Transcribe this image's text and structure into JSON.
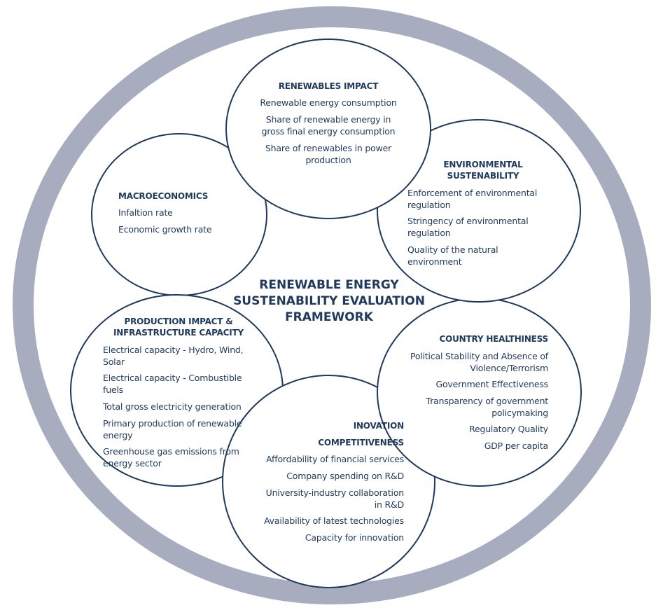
{
  "center_title": {
    "line1": "RENEWABLE ENERGY",
    "line2": "SUSTENABILITY EVALUATION",
    "line3": "FRAMEWORK"
  },
  "renewables": {
    "title": "RENEWABLES IMPACT",
    "i1": "Renewable energy consumption",
    "i2a": "Share of renewable energy in",
    "i2b": "gross final energy consumption",
    "i3a": "Share of renewables in power",
    "i3b": "production"
  },
  "environmental": {
    "title1": "ENVIRONMENTAL",
    "title2": "SUSTENABILITY",
    "i1a": "Enforcement of environmental",
    "i1b": "regulation",
    "i2a": "Stringency of environmental",
    "i2b": "regulation",
    "i3a": "Quality of the natural",
    "i3b": "environment"
  },
  "macro": {
    "title": "MACROECONOMICS",
    "i1": "Infaltion rate",
    "i2": "Economic growth rate"
  },
  "production": {
    "title1": "PRODUCTION IMPACT &",
    "title2": "INFRASTRUCTURE CAPACITY",
    "i1a": "Electrical capacity - Hydro, Wind,",
    "i1b": "Solar",
    "i2a": "Electrical capacity - Combustible",
    "i2b": "fuels",
    "i3": "Total gross electricity generation",
    "i4a": "Primary production of renewable",
    "i4b": "energy",
    "i5a": "Greenhouse gas emissions from",
    "i5b": "energy sector"
  },
  "country": {
    "title": "COUNTRY HEALTHINESS",
    "i1a": "Political Stability and Absence of",
    "i1b": "Violence/Terrorism",
    "i2": "Government Effectiveness",
    "i3a": "Transparency of government",
    "i3b": "policymaking",
    "i4": "Regulatory Quality",
    "i5": "GDP per capita"
  },
  "innovation": {
    "title1": "INOVATION",
    "title2": "COMPETITIVENESS",
    "i1": "Affordability of financial services",
    "i2": "Company spending on R&D",
    "i3a": "University-industry collaboration",
    "i3b": "in R&D",
    "i4": "Availability of latest technologies",
    "i5": "Capacity for innovation"
  },
  "colors": {
    "ring": "#a7adbe",
    "text": "#1f3a5c",
    "circle_border": "#1f3a5c"
  }
}
